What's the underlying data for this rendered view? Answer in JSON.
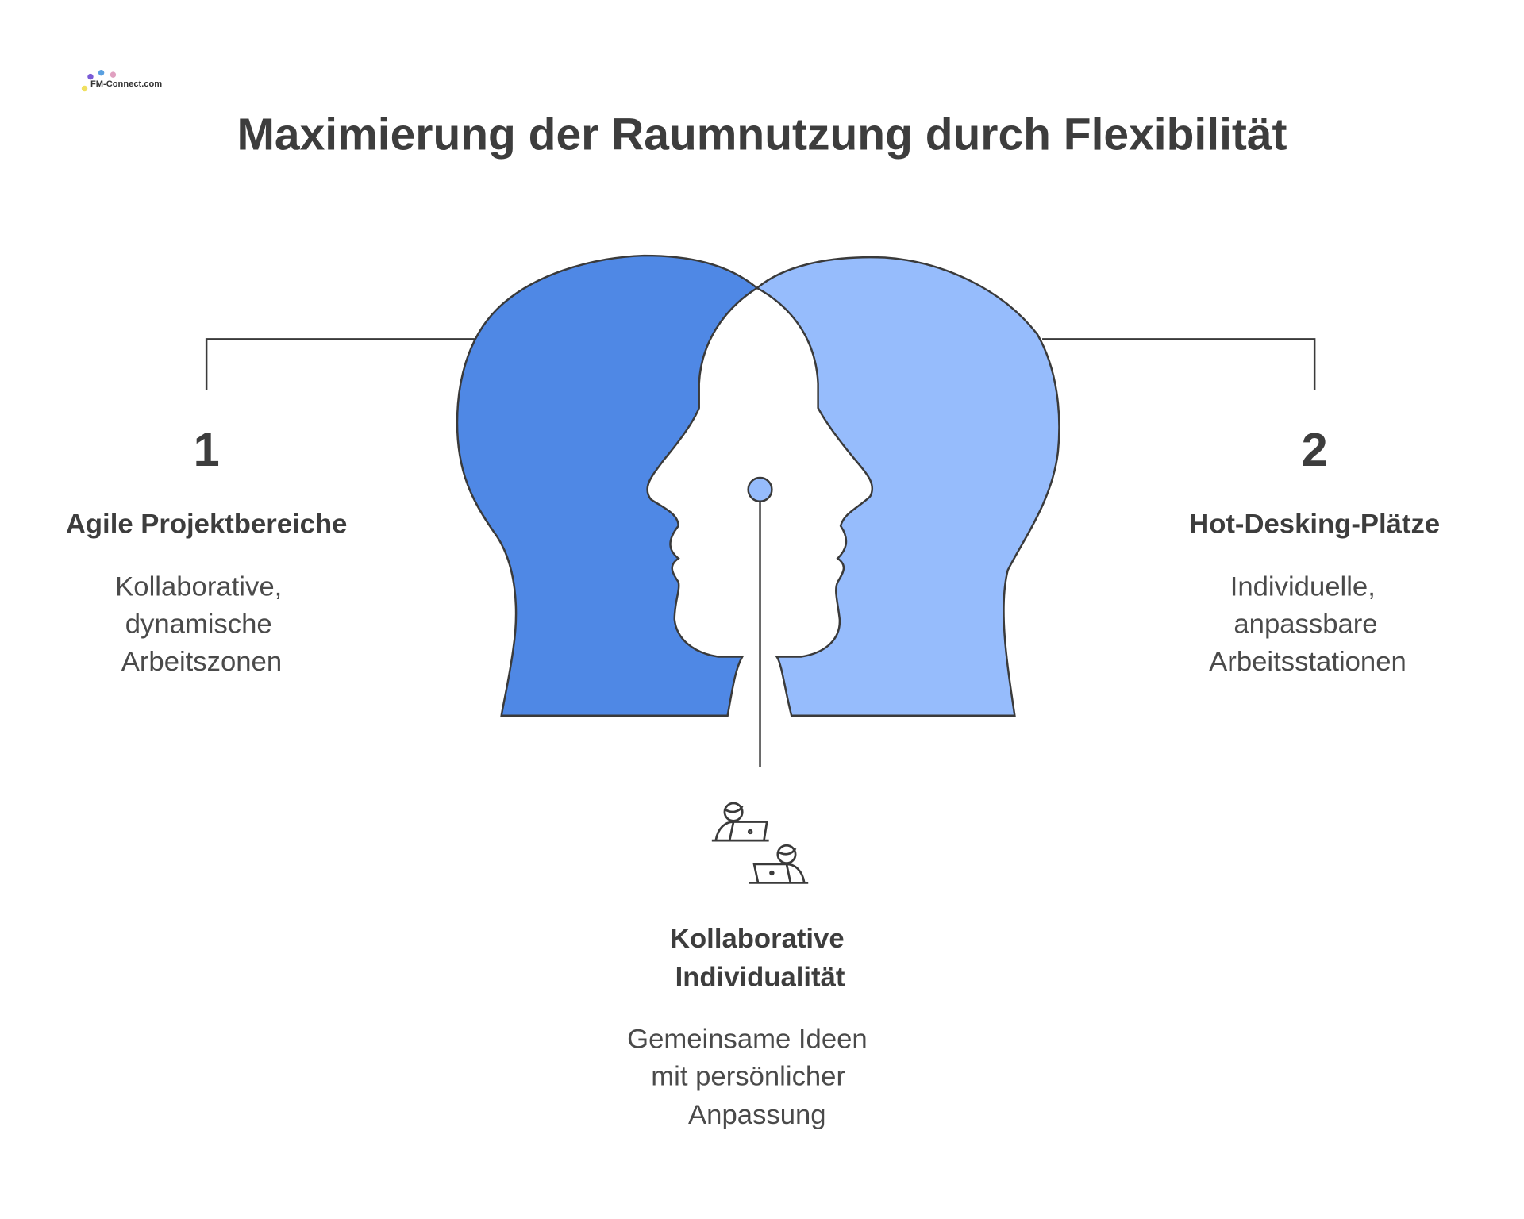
{
  "logo": {
    "text": "FM-Connect.com"
  },
  "title": "Maximierung der Raumnutzung durch Flexibilität",
  "items": [
    {
      "number": "1",
      "heading": "Agile Projektbereiche",
      "desc": [
        "Kollaborative,",
        "dynamische",
        "Arbeitszonen"
      ]
    },
    {
      "number": "2",
      "heading": "Hot-Desking-Plätze",
      "desc": [
        "Individuelle,",
        "anpassbare",
        "Arbeitsstationen"
      ]
    }
  ],
  "center": {
    "heading": [
      "Kollaborative",
      "Individualität"
    ],
    "desc": [
      "Gemeinsame Ideen",
      "mit persönlicher",
      "Anpassung"
    ]
  },
  "colors": {
    "left_head": "#4f88e5",
    "right_head": "#96bcfc",
    "outline": "#3a3a3a"
  }
}
